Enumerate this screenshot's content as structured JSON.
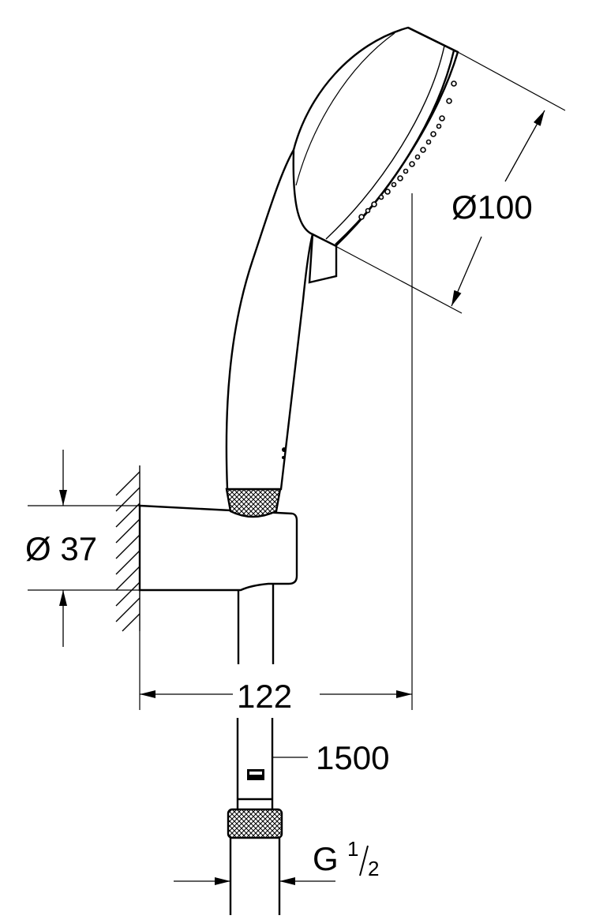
{
  "dimensions": {
    "head_diameter": "Ø100",
    "holder_diameter": "Ø 37",
    "projection": "122",
    "hose_length": "1500",
    "thread_prefix": "G",
    "thread_numerator": "1",
    "thread_denominator": "2"
  },
  "colors": {
    "line": "#000000",
    "background": "#ffffff"
  }
}
